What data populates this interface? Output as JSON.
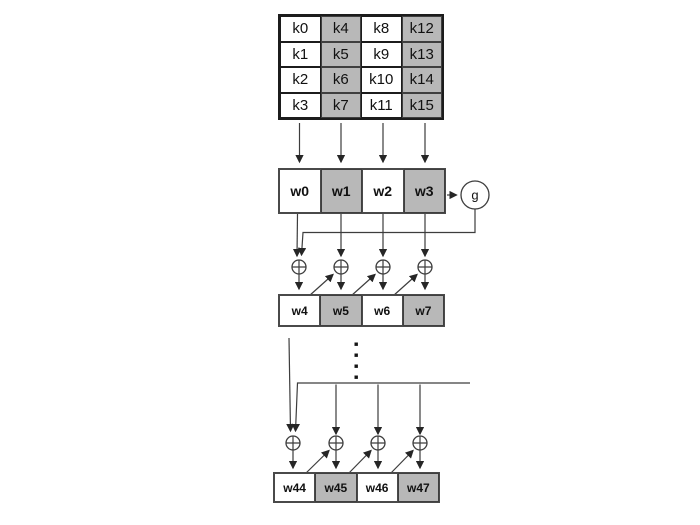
{
  "colors": {
    "background": "#ffffff",
    "cell_gray": "#b8b8b8",
    "cell_white": "#ffffff",
    "line": "#3d3d3d"
  },
  "key_matrix": {
    "rows": [
      [
        "k0",
        "k4",
        "k8",
        "k12"
      ],
      [
        "k1",
        "k5",
        "k9",
        "k13"
      ],
      [
        "k2",
        "k6",
        "k10",
        "k14"
      ],
      [
        "k3",
        "k7",
        "k11",
        "k15"
      ]
    ],
    "gray_column_indexes": [
      1,
      3
    ]
  },
  "g_function": {
    "label": "g"
  },
  "word_rows": [
    {
      "id": "wrow0",
      "cells": [
        "w0",
        "w1",
        "w2",
        "w3"
      ],
      "gray_indexes": [
        1,
        3
      ]
    },
    {
      "id": "wrow1",
      "cells": [
        "w4",
        "w5",
        "w6",
        "w7"
      ],
      "gray_indexes": [
        1,
        3
      ]
    },
    {
      "id": "wrow2",
      "cells": [
        "w44",
        "w45",
        "w46",
        "w47"
      ],
      "gray_indexes": [
        1,
        3
      ]
    }
  ]
}
